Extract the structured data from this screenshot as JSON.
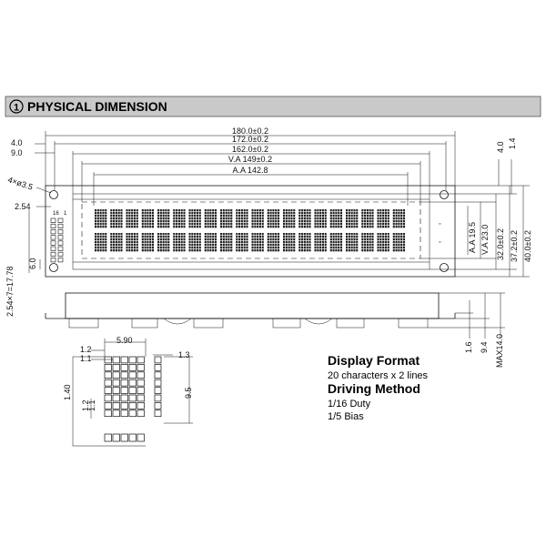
{
  "header": {
    "number": "1",
    "title": "PHYSICAL  DIMENSION",
    "bar_color": "#c9c9c9"
  },
  "dimensions": {
    "top": [
      "180.0±0.2",
      "172.0±0.2",
      "162.0±0.2",
      "V.A 149±0.2",
      "A.A 142.8"
    ],
    "left_top": [
      "4.0",
      "9.0"
    ],
    "right_top": [
      "4.0",
      "1.4"
    ],
    "hole": "4×ø3.5",
    "pitch": "2.54",
    "pin_count_label": "16",
    "pin_one": "1",
    "left_vertical": [
      "2.54×7=17.78",
      "6.0"
    ],
    "right_vertical": [
      "A.A 19.5",
      "V.A 23.0",
      "32.0±0.2",
      "37.2±0.2",
      "40.0±0.2"
    ],
    "side_view": [
      "1.6",
      "9.4",
      "MAX14.0"
    ],
    "char_detail": [
      "1.2",
      "1.1",
      "5.90",
      "1.3",
      "1.40",
      "1.2",
      "1.1",
      "9.5"
    ]
  },
  "specs": {
    "display_format_title": "Display Format",
    "display_format_value": "20 characters x 2 lines",
    "driving_method_title": "Driving Method",
    "duty": "1/16 Duty",
    "bias": "1/5   Bias"
  },
  "lcd": {
    "characters_per_line": 20,
    "lines": 2,
    "dot_columns": 5,
    "dot_rows": 7
  }
}
